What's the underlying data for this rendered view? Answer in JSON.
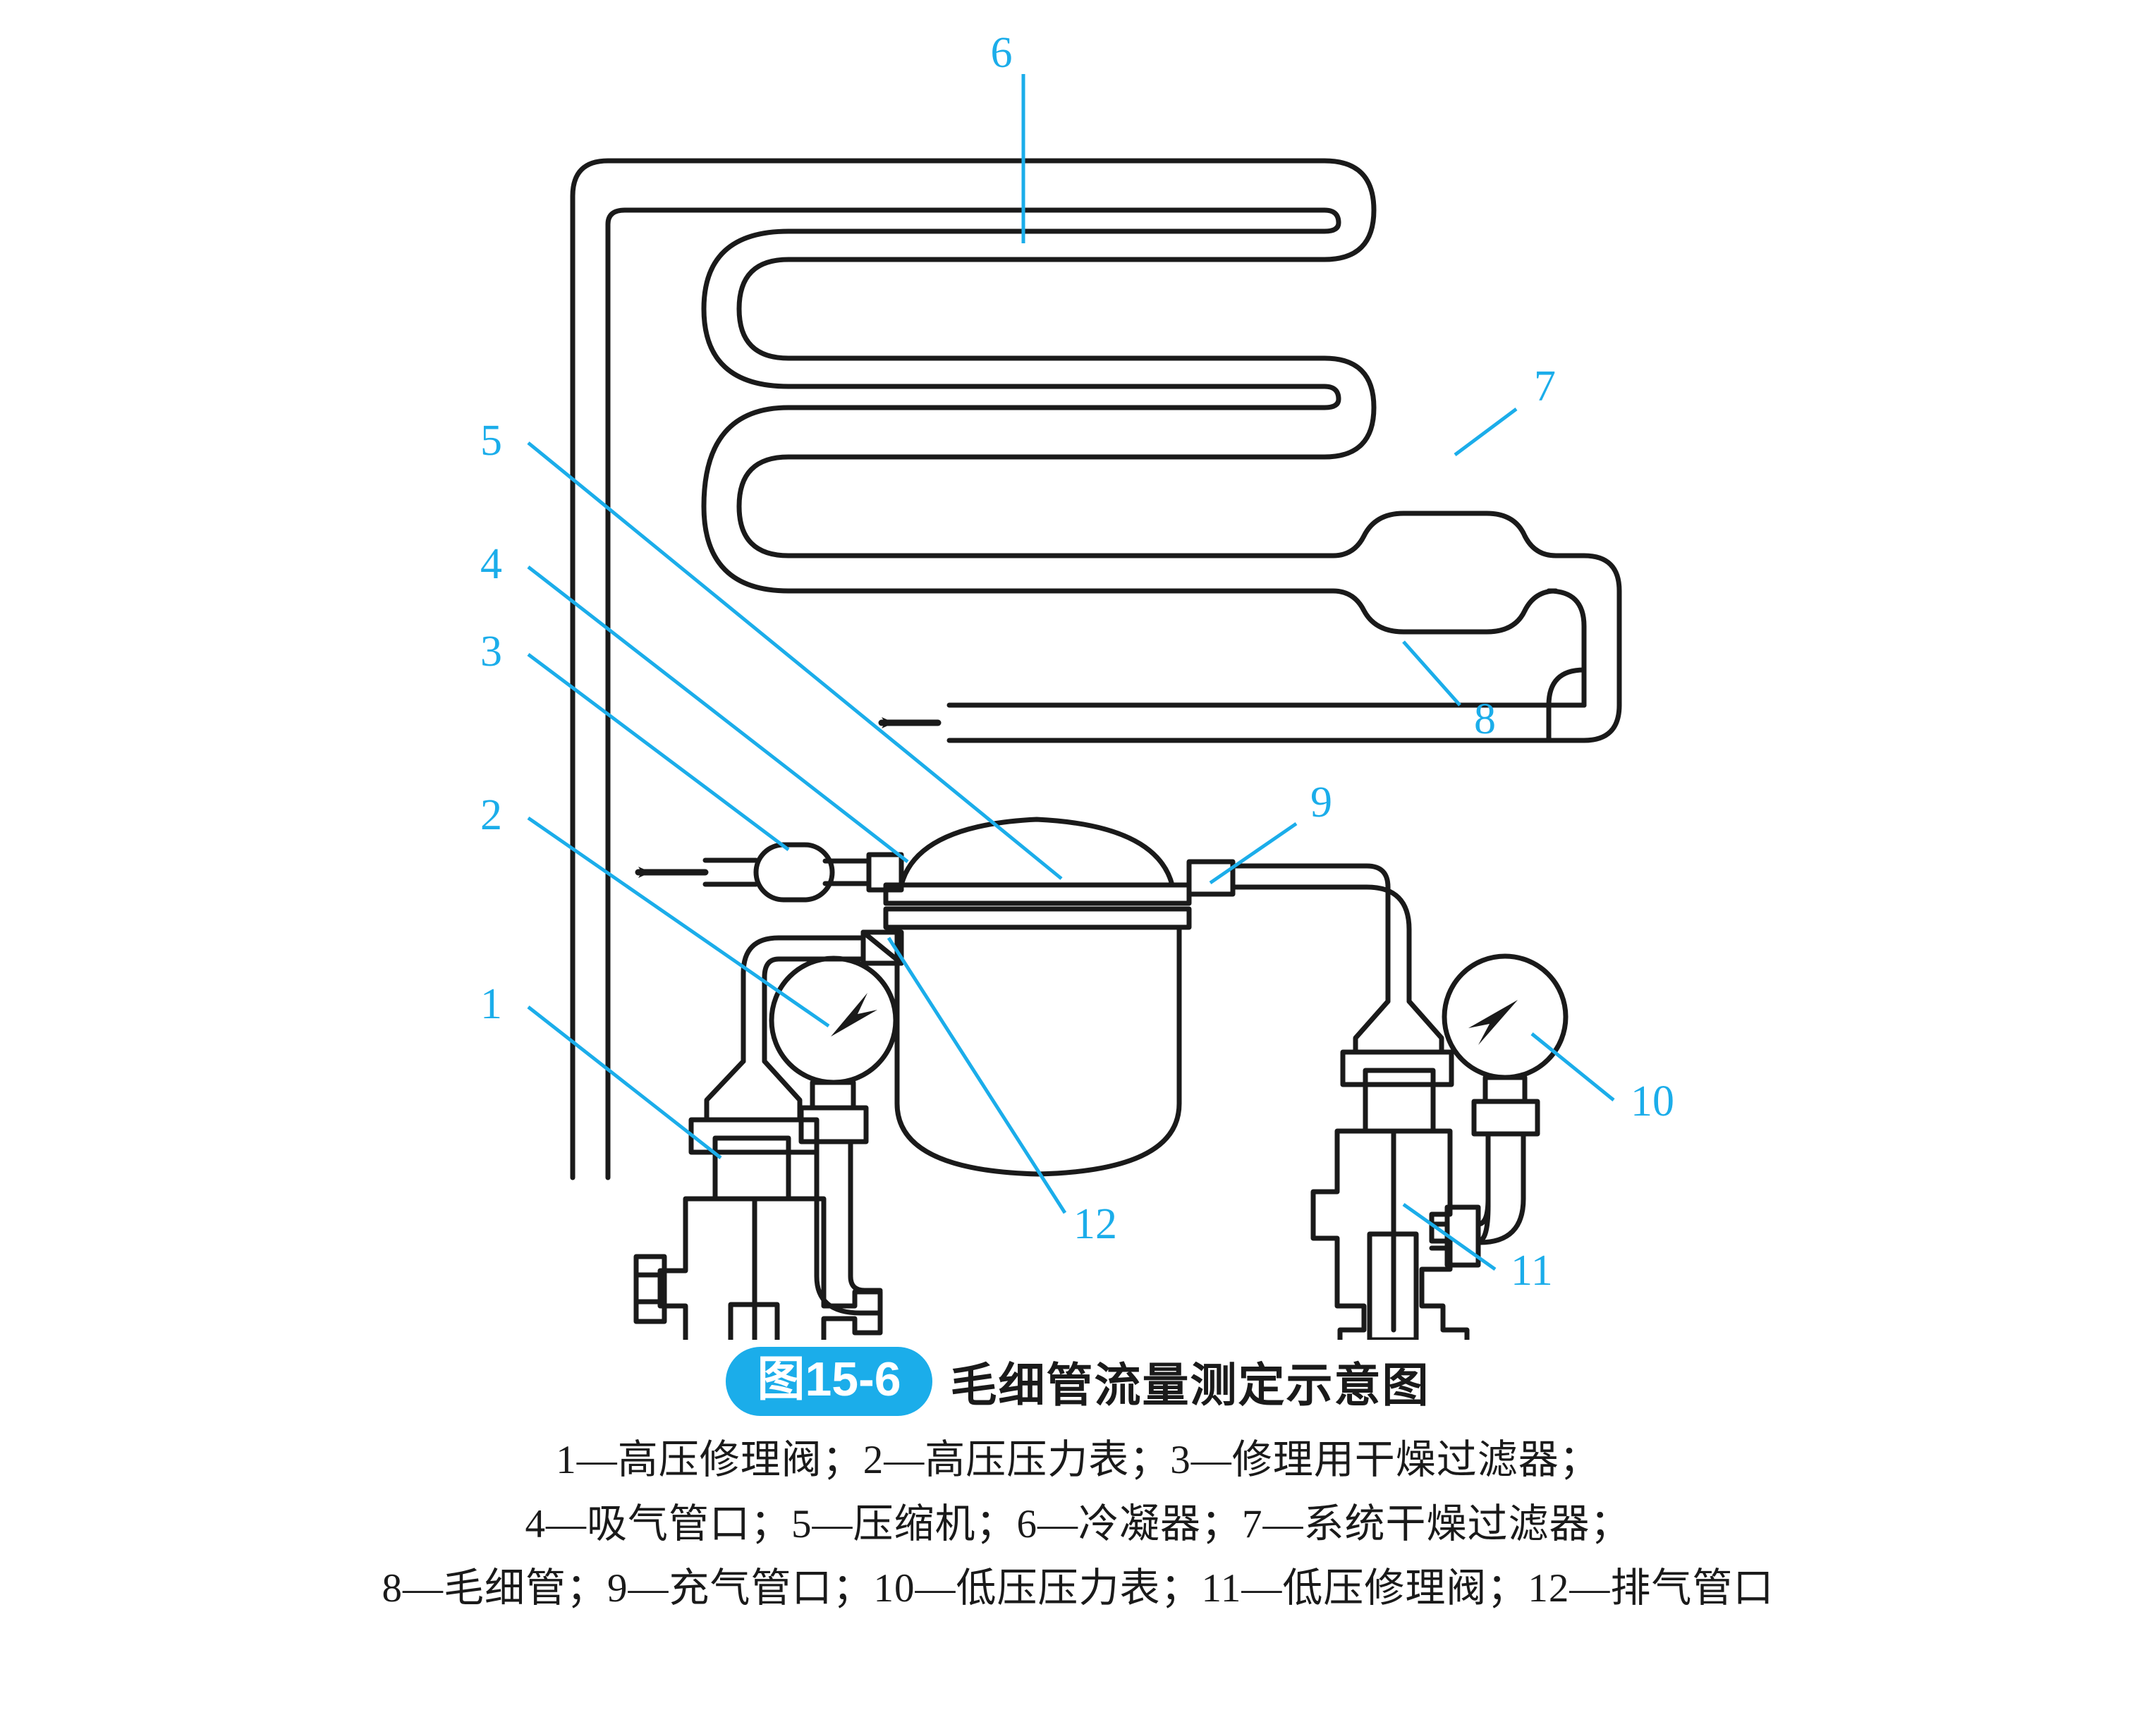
{
  "figure": {
    "badge": "图15-6",
    "title": "毛细管流量测定示意图",
    "legend_lines": [
      "1—高压修理阀；2—高压压力表；3—修理用干燥过滤器；",
      "4—吸气管口；5—压缩机；6—冷凝器；7—系统干燥过滤器；",
      "8—毛细管；9—充气管口；10—低压压力表；11—低压修理阀；12—排气管口"
    ]
  },
  "colors": {
    "accent": "#1BADEA",
    "line": "#1a1a1a",
    "background": "#ffffff"
  },
  "callouts": [
    {
      "id": "1",
      "label": "1",
      "target": "高压修理阀"
    },
    {
      "id": "2",
      "label": "2",
      "target": "高压压力表"
    },
    {
      "id": "3",
      "label": "3",
      "target": "修理用干燥过滤器"
    },
    {
      "id": "4",
      "label": "4",
      "target": "吸气管口"
    },
    {
      "id": "5",
      "label": "5",
      "target": "压缩机"
    },
    {
      "id": "6",
      "label": "6",
      "target": "冷凝器"
    },
    {
      "id": "7",
      "label": "7",
      "target": "系统干燥过滤器"
    },
    {
      "id": "8",
      "label": "8",
      "target": "毛细管"
    },
    {
      "id": "9",
      "label": "9",
      "target": "充气管口"
    },
    {
      "id": "10",
      "label": "10",
      "target": "低压压力表"
    },
    {
      "id": "11",
      "label": "11",
      "target": "低压修理阀"
    },
    {
      "id": "12",
      "label": "12",
      "target": "排气管口"
    }
  ],
  "diagram": {
    "type": "schematic",
    "subject": "capillary tube flow measurement setup",
    "components": [
      "condenser serpentine coil",
      "system filter drier",
      "capillary tube",
      "compressor shell",
      "suction port",
      "discharge port",
      "charging port",
      "high pressure service valve",
      "high pressure gauge",
      "service filter drier",
      "low pressure service valve",
      "low pressure gauge"
    ]
  }
}
